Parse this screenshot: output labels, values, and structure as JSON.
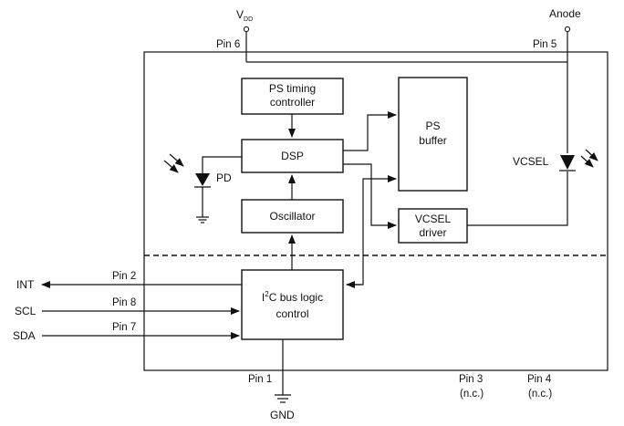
{
  "supply": {
    "vdd_main": "V",
    "vdd_sub": "DD",
    "anode": "Anode",
    "gnd": "GND"
  },
  "pins": {
    "p6": "Pin 6",
    "p5": "Pin 5",
    "p2": "Pin 2",
    "p8": "Pin 8",
    "p7": "Pin 7",
    "p1": "Pin 1",
    "p3": "Pin 3",
    "p3_note": "(n.c.)",
    "p4": "Pin 4",
    "p4_note": "(n.c.)"
  },
  "signals": {
    "int": "INT",
    "scl": "SCL",
    "sda": "SDA"
  },
  "blocks": {
    "ps_timing": [
      "PS timing",
      "controller"
    ],
    "dsp": "DSP",
    "oscillator": "Oscillator",
    "ps_buffer": [
      "PS",
      "buffer"
    ],
    "vcsel_driver": [
      "VCSEL",
      "driver"
    ],
    "i2c": {
      "pre": "I",
      "sup": "2",
      "post": "C bus logic",
      "line2": "control"
    }
  },
  "components": {
    "pd": "PD",
    "vcsel": "VCSEL"
  }
}
